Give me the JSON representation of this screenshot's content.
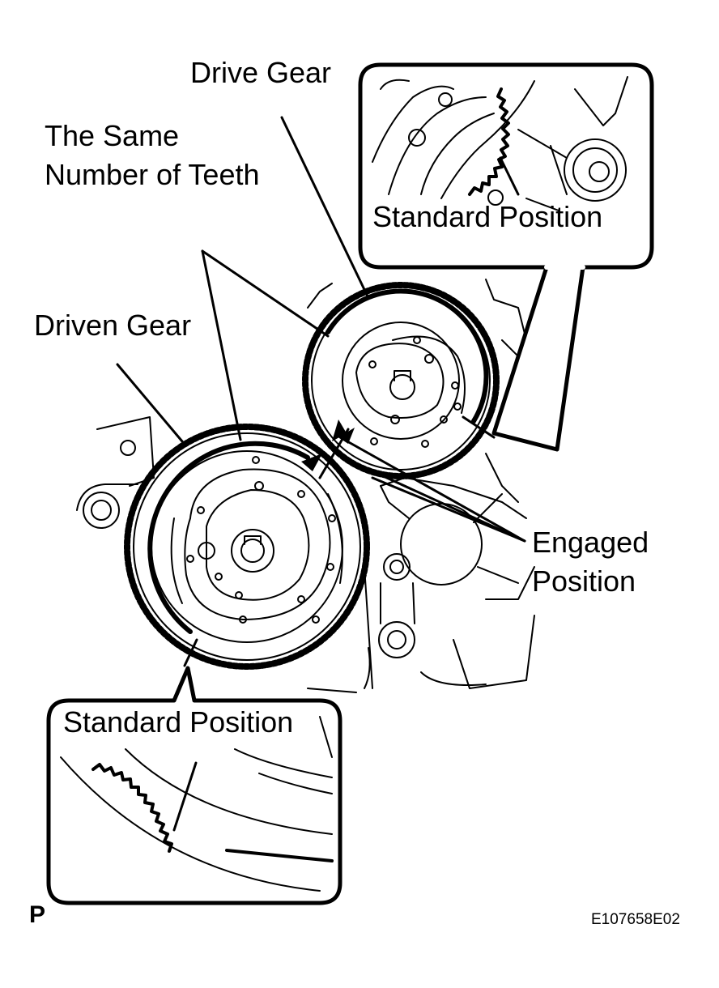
{
  "labels": {
    "drive_gear": "Drive Gear",
    "same_teeth_line1": "The Same",
    "same_teeth_line2": "Number of Teeth",
    "driven_gear": "Driven Gear",
    "standard_position_top": "Standard Position",
    "standard_position_bottom": "Standard Position",
    "engaged_line1": "Engaged",
    "engaged_line2": "Position"
  },
  "footer": {
    "corner_letter": "P",
    "figure_code": "E107658E02"
  },
  "colors": {
    "ink": "#000000",
    "paper": "#ffffff"
  }
}
